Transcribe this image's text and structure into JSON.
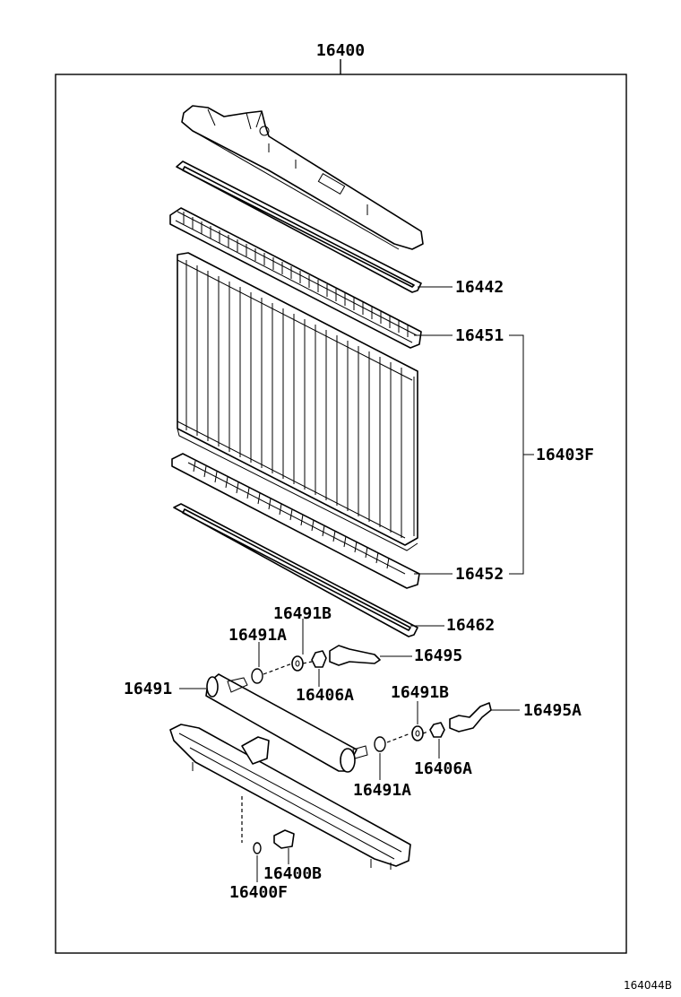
{
  "assembly_label": "16400",
  "figure_id": "164044B",
  "parts": {
    "upper_tank_gasket": "16442",
    "core_upper_plate": "16451",
    "core_assy": "16403F",
    "core_lower_plate": "16452",
    "lower_tank_gasket": "16462",
    "oil_cooler_washer_b_upper": "16491B",
    "oil_cooler_o_ring_upper": "16491A",
    "oil_cooler_hose_upper": "16495",
    "oil_cooler": "16491",
    "oil_cooler_nut_upper": "16406A",
    "oil_cooler_washer_b_lower": "16491B",
    "oil_cooler_hose_lower": "16495A",
    "oil_cooler_nut_lower": "16406A",
    "oil_cooler_o_ring_lower": "16491A",
    "drain_cock_plug": "16400B",
    "drain_cock_gasket": "16400F"
  }
}
